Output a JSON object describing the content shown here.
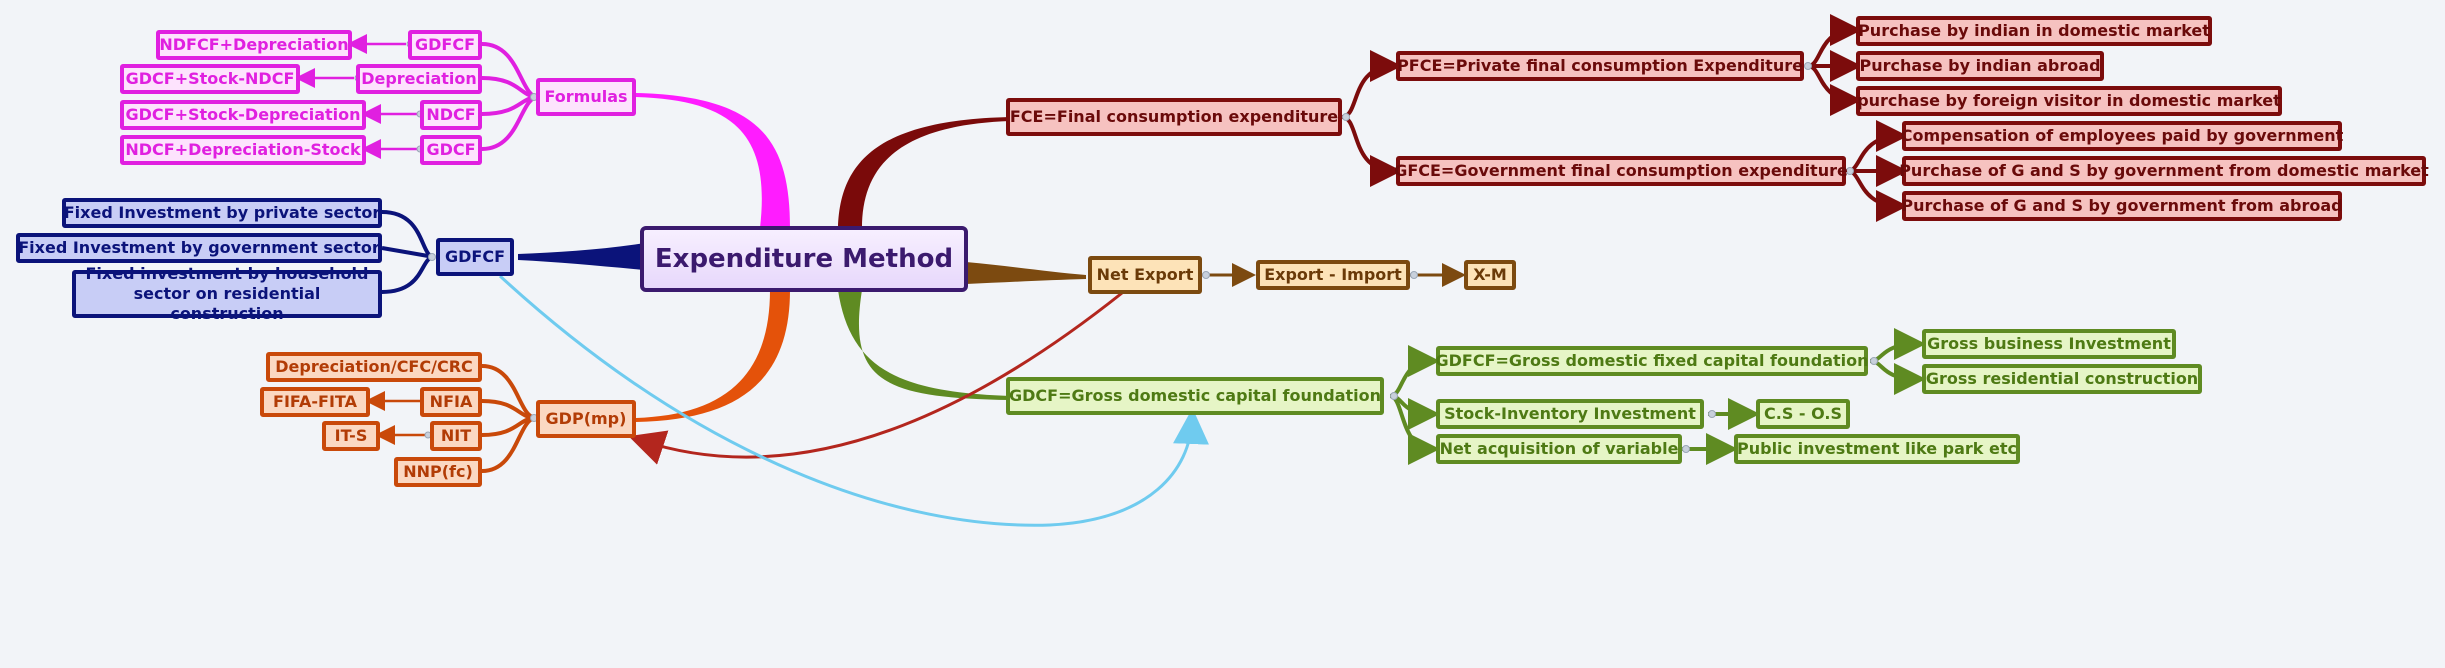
{
  "colors": {
    "background": "#f2f4f8",
    "root": "#3b1a6e",
    "formulas": "#e020e0",
    "gdfcf_left": "#0b137a",
    "gdp": "#c9490a",
    "fce": "#7c0c0c",
    "net_export": "#7c4a10",
    "gdcf": "#5f8b22",
    "cross_link_red": "#b3261e",
    "cross_link_blue": "#6fcbef"
  },
  "root": {
    "label": "Expenditure Method"
  },
  "formulas": {
    "label": "Formulas",
    "items": [
      {
        "key": "GDFCF",
        "value": "NDFCF+Depreciation"
      },
      {
        "key": "Depreciation",
        "value": "GDCF+Stock-NDCF"
      },
      {
        "key": "NDCF",
        "value": "GDCF+Stock-Depreciation"
      },
      {
        "key": "GDCF",
        "value": "NDCF+Depreciation-Stock"
      }
    ]
  },
  "gdfcf_left": {
    "label": "GDFCF",
    "items": [
      "Fixed Investment by private sector",
      "Fixed Investment by government sector",
      "Fixed investment by household sector on residential construction"
    ]
  },
  "gdp": {
    "label": "GDP(mp)",
    "items": [
      {
        "key": "Depreciation/CFC/CRC"
      },
      {
        "key": "NFIA",
        "value": "FIFA-FITA"
      },
      {
        "key": "NIT",
        "value": "IT-S"
      },
      {
        "key": "NNP(fc)"
      }
    ]
  },
  "fce": {
    "label": "FCE=Final consumption expenditure",
    "pfce": {
      "label": "PFCE=Private final consumption Expenditure",
      "items": [
        "Purchase by indian in domestic market",
        "Purchase by indian abroad",
        "purchase by foreign visitor in domestic market"
      ]
    },
    "gfce": {
      "label": "GFCE=Government final consumption expenditure",
      "items": [
        "Compensation of employees paid by government",
        "Purchase of G and S by government from domestic market",
        "Purchase of G and S by government from abroad"
      ]
    }
  },
  "net_export": {
    "label": "Net Export",
    "chain": [
      "Export - Import",
      "X-M"
    ]
  },
  "gdcf": {
    "label": "GDCF=Gross domestic capital foundation",
    "gdfcf": {
      "label": "GDFCF=Gross domestic fixed capital foundation",
      "items": [
        "Gross business Investment",
        "Gross residential construction"
      ]
    },
    "stock": {
      "label": "Stock-Inventory Investment",
      "value": "C.S - O.S"
    },
    "nav": {
      "label": "Net acquisition of variable",
      "value": "Public investment like park etc"
    }
  }
}
